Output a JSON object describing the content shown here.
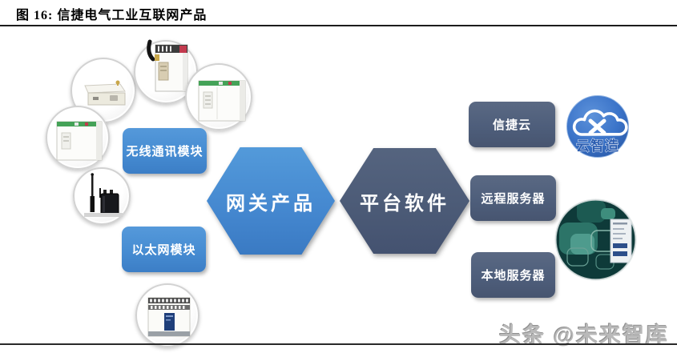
{
  "figure": {
    "title": "图 16: 信捷电气工业互联网产品"
  },
  "watermark": {
    "text": "头条 @未来智库"
  },
  "diagram": {
    "left_modules": [
      {
        "label": "无线通讯模块"
      },
      {
        "label": "以太网模块"
      }
    ],
    "hexagons": [
      {
        "label": "网关产品",
        "color": "#4487cf"
      },
      {
        "label": "平台软件",
        "color": "#4b5a76"
      }
    ],
    "right_items": [
      {
        "label": "信捷云"
      },
      {
        "label": "远程服务器"
      },
      {
        "label": "本地服务器"
      }
    ],
    "cloud_logo": {
      "caption": "云智造",
      "color": "#3b74c9"
    },
    "product_photos": [
      {
        "name": "wireless-modem-photo"
      },
      {
        "name": "antenna-module-photo"
      },
      {
        "name": "plc-module-photo"
      },
      {
        "name": "plc-module-photo-2"
      },
      {
        "name": "dtu-antenna-photo"
      },
      {
        "name": "plc-terminal-photo"
      }
    ],
    "colors": {
      "light_blue": "#468cd2",
      "dark_slate": "#4e5e7b",
      "screenshot_teal": "#0e3a39"
    }
  }
}
